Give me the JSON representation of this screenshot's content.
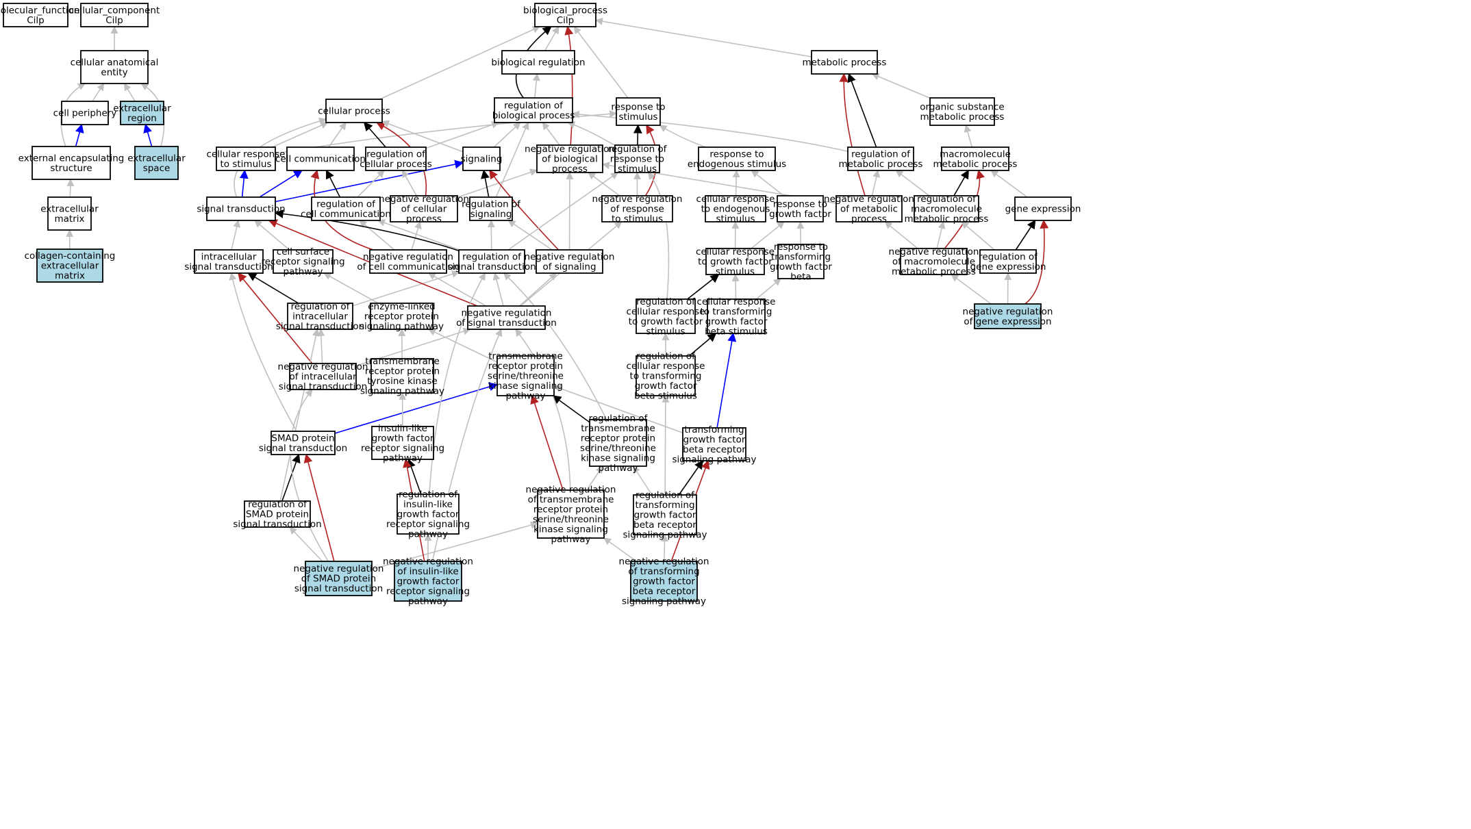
{
  "graph": {
    "colors": {
      "default": "#c0c0c0",
      "is_a": "#000000",
      "part_of": "#0000ff",
      "negatively_regulates": "#b22222",
      "highlight_fill": "#add8e6",
      "node_fill": "#ffffff",
      "node_border": "#000000"
    },
    "nodes": {
      "mf": {
        "label": [
          "molecular_function",
          "Cilp"
        ]
      },
      "cc": {
        "label": [
          "cellular_component",
          "Cilp"
        ]
      },
      "bp": {
        "label": [
          "biological_process",
          "Cilp"
        ]
      },
      "cae": {
        "label": [
          "cellular anatomical",
          "entity"
        ]
      },
      "cper": {
        "label": [
          "cell periphery"
        ]
      },
      "exreg": {
        "label": [
          "extracellular",
          "region"
        ],
        "highlighted": true
      },
      "ees": {
        "label": [
          "external encapsulating",
          "structure"
        ]
      },
      "exsp": {
        "label": [
          "extracellular",
          "space"
        ],
        "highlighted": true
      },
      "ecm": {
        "label": [
          "extracellular",
          "matrix"
        ]
      },
      "colecm": {
        "label": [
          "collagen-containing",
          "extracellular",
          "matrix"
        ],
        "highlighted": true
      },
      "breg": {
        "label": [
          "biological regulation"
        ]
      },
      "metab": {
        "label": [
          "metabolic process"
        ]
      },
      "cellp": {
        "label": [
          "cellular process"
        ]
      },
      "regbp": {
        "label": [
          "regulation of",
          "biological process"
        ]
      },
      "rtstim": {
        "label": [
          "response to",
          "stimulus"
        ]
      },
      "osmp": {
        "label": [
          "organic substance",
          "metabolic process"
        ]
      },
      "crstim": {
        "label": [
          "cellular response",
          "to stimulus"
        ]
      },
      "ccomm": {
        "label": [
          "cell communication"
        ]
      },
      "regcp": {
        "label": [
          "regulation of",
          "cellular process"
        ]
      },
      "signaling": {
        "label": [
          "signaling"
        ]
      },
      "negregbp": {
        "label": [
          "negative regulation",
          "of biological",
          "process"
        ]
      },
      "regrstim": {
        "label": [
          "regulation of",
          "response to",
          "stimulus"
        ]
      },
      "rendo": {
        "label": [
          "response to",
          "endogenous stimulus"
        ]
      },
      "regmp": {
        "label": [
          "regulation of",
          "metabolic process"
        ]
      },
      "mmp": {
        "label": [
          "macromolecule",
          "metabolic process"
        ]
      },
      "sigtrans": {
        "label": [
          "signal transduction"
        ]
      },
      "regccomm": {
        "label": [
          "regulation of",
          "cell communication"
        ]
      },
      "negregcp": {
        "label": [
          "negative regulation",
          "of cellular",
          "process"
        ]
      },
      "regsig": {
        "label": [
          "regulation of",
          "signaling"
        ]
      },
      "negregrstim": {
        "label": [
          "negative regulation",
          "of response",
          "to stimulus"
        ]
      },
      "crendo": {
        "label": [
          "cellular response",
          "to endogenous",
          "stimulus"
        ]
      },
      "rgf": {
        "label": [
          "response to",
          "growth factor"
        ]
      },
      "negregmp": {
        "label": [
          "negative regulation",
          "of metabolic",
          "process"
        ]
      },
      "regmmp": {
        "label": [
          "regulation of",
          "macromolecule",
          "metabolic process"
        ]
      },
      "geneexp": {
        "label": [
          "gene expression"
        ]
      },
      "intrasig": {
        "label": [
          "intracellular",
          "signal transduction"
        ]
      },
      "csrsp": {
        "label": [
          "cell surface",
          "receptor signaling",
          "pathway"
        ]
      },
      "negregccomm": {
        "label": [
          "negative regulation",
          "of cell communication"
        ]
      },
      "regst": {
        "label": [
          "regulation of",
          "signal transduction"
        ]
      },
      "negregsig": {
        "label": [
          "negative regulation",
          "of signaling"
        ]
      },
      "crgf": {
        "label": [
          "cellular response",
          "to growth factor",
          "stimulus"
        ]
      },
      "rtgfb": {
        "label": [
          "response to",
          "transforming",
          "growth factor",
          "beta"
        ]
      },
      "negregmmp": {
        "label": [
          "negative regulation",
          "of macromolecule",
          "metabolic process"
        ]
      },
      "reggeneexp": {
        "label": [
          "regulation of",
          "gene expression"
        ]
      },
      "regintra": {
        "label": [
          "regulation of",
          "intracellular",
          "signal transduction"
        ]
      },
      "elrsp": {
        "label": [
          "enzyme-linked",
          "receptor protein",
          "signaling pathway"
        ]
      },
      "negregst": {
        "label": [
          "negative regulation",
          "of signal transduction"
        ]
      },
      "regcrgf": {
        "label": [
          "regulation of",
          "cellular response",
          "to growth factor",
          "stimulus"
        ]
      },
      "crtgfb": {
        "label": [
          "cellular response",
          "to transforming",
          "growth factor",
          "beta stimulus"
        ]
      },
      "negreggeneexp": {
        "label": [
          "negative regulation",
          "of gene expression"
        ],
        "highlighted": true
      },
      "negregintra": {
        "label": [
          "negative regulation",
          "of intracellular",
          "signal transduction"
        ]
      },
      "trptk": {
        "label": [
          "transmembrane",
          "receptor protein",
          "tyrosine kinase",
          "signaling pathway"
        ]
      },
      "trpstk": {
        "label": [
          "transmembrane",
          "receptor protein",
          "serine/threonine",
          "kinase signaling",
          "pathway"
        ]
      },
      "regcrtgfb": {
        "label": [
          "regulation of",
          "cellular response",
          "to transforming",
          "growth factor",
          "beta stimulus"
        ]
      },
      "smad": {
        "label": [
          "SMAD protein",
          "signal transduction"
        ]
      },
      "igfrsp": {
        "label": [
          "insulin-like",
          "growth factor",
          "receptor signaling",
          "pathway"
        ]
      },
      "regtrpstk": {
        "label": [
          "regulation of",
          "transmembrane",
          "receptor protein",
          "serine/threonine",
          "kinase signaling",
          "pathway"
        ]
      },
      "tgfbrsp": {
        "label": [
          "transforming",
          "growth factor",
          "beta receptor",
          "signaling pathway"
        ]
      },
      "regsmad": {
        "label": [
          "regulation of",
          "SMAD protein",
          "signal transduction"
        ]
      },
      "regigf": {
        "label": [
          "regulation of",
          "insulin-like",
          "growth factor",
          "receptor signaling",
          "pathway"
        ]
      },
      "negregtrpstk": {
        "label": [
          "negative regulation",
          "of transmembrane",
          "receptor protein",
          "serine/threonine",
          "kinase signaling",
          "pathway"
        ]
      },
      "regtgfb": {
        "label": [
          "regulation of",
          "transforming",
          "growth factor",
          "beta receptor",
          "signaling pathway"
        ]
      },
      "negregsmad": {
        "label": [
          "negative regulation",
          "of SMAD protein",
          "signal transduction"
        ],
        "highlighted": true
      },
      "negregigf": {
        "label": [
          "negative regulation",
          "of insulin-like",
          "growth factor",
          "receptor signaling",
          "pathway"
        ],
        "highlighted": true
      },
      "negregtgfb": {
        "label": [
          "negative regulation",
          "of transforming",
          "growth factor",
          "beta receptor",
          "signaling pathway"
        ],
        "highlighted": true
      }
    },
    "edges": [
      [
        "cae",
        "cc",
        "default"
      ],
      [
        "cper",
        "cae",
        "default"
      ],
      [
        "exreg",
        "cae",
        "default"
      ],
      [
        "ees",
        "cae",
        "default"
      ],
      [
        "ees",
        "cper",
        "part_of"
      ],
      [
        "exsp",
        "exreg",
        "part_of"
      ],
      [
        "exsp",
        "cae",
        "default"
      ],
      [
        "ecm",
        "ees",
        "default"
      ],
      [
        "colecm",
        "ecm",
        "default"
      ],
      [
        "breg",
        "bp",
        "default"
      ],
      [
        "cellp",
        "bp",
        "default"
      ],
      [
        "regbp",
        "bp",
        "is_a"
      ],
      [
        "regbp",
        "breg",
        "default"
      ],
      [
        "rtstim",
        "bp",
        "default"
      ],
      [
        "metab",
        "bp",
        "default"
      ],
      [
        "negregbp",
        "bp",
        "negatively_regulates"
      ],
      [
        "osmp",
        "metab",
        "default"
      ],
      [
        "regmp",
        "metab",
        "is_a"
      ],
      [
        "negregmp",
        "metab",
        "negatively_regulates"
      ],
      [
        "mmp",
        "osmp",
        "default"
      ],
      [
        "crstim",
        "rtstim",
        "default"
      ],
      [
        "crstim",
        "cellp",
        "default"
      ],
      [
        "ccomm",
        "cellp",
        "default"
      ],
      [
        "regcp",
        "cellp",
        "is_a"
      ],
      [
        "regcp",
        "regbp",
        "default"
      ],
      [
        "negregcp",
        "cellp",
        "negatively_regulates"
      ],
      [
        "signaling",
        "cellp",
        "default"
      ],
      [
        "signaling",
        "regbp",
        "default"
      ],
      [
        "negregbp",
        "regbp",
        "default"
      ],
      [
        "regrstim",
        "rtstim",
        "is_a"
      ],
      [
        "regrstim",
        "regbp",
        "default"
      ],
      [
        "negregrstim",
        "rtstim",
        "negatively_regulates"
      ],
      [
        "rendo",
        "rtstim",
        "default"
      ],
      [
        "regmp",
        "regbp",
        "default"
      ],
      [
        "sigtrans",
        "crstim",
        "part_of"
      ],
      [
        "sigtrans",
        "ccomm",
        "part_of"
      ],
      [
        "sigtrans",
        "signaling",
        "part_of"
      ],
      [
        "sigtrans",
        "cellp",
        "default"
      ],
      [
        "regccomm",
        "ccomm",
        "is_a"
      ],
      [
        "regccomm",
        "regcp",
        "default"
      ],
      [
        "negregcp",
        "regcp",
        "default"
      ],
      [
        "negregcp",
        "negregbp",
        "default"
      ],
      [
        "regsig",
        "signaling",
        "is_a"
      ],
      [
        "regsig",
        "regbp",
        "default"
      ],
      [
        "negregsig",
        "signaling",
        "negatively_regulates"
      ],
      [
        "negregrstim",
        "regrstim",
        "default"
      ],
      [
        "negregrstim",
        "negregbp",
        "default"
      ],
      [
        "crendo",
        "rendo",
        "default"
      ],
      [
        "rgf",
        "rendo",
        "default"
      ],
      [
        "negregmp",
        "regmp",
        "default"
      ],
      [
        "negregmp",
        "negregbp",
        "default"
      ],
      [
        "regmmp",
        "mmp",
        "is_a"
      ],
      [
        "regmmp",
        "regmp",
        "default"
      ],
      [
        "geneexp",
        "mmp",
        "default"
      ],
      [
        "intrasig",
        "sigtrans",
        "default"
      ],
      [
        "csrsp",
        "sigtrans",
        "default"
      ],
      [
        "negregccomm",
        "regccomm",
        "default"
      ],
      [
        "negregccomm",
        "negregcp",
        "default"
      ],
      [
        "negregccomm",
        "ccomm",
        "negatively_regulates"
      ],
      [
        "regst",
        "sigtrans",
        "is_a"
      ],
      [
        "regst",
        "regsig",
        "default"
      ],
      [
        "regst",
        "regccomm",
        "default"
      ],
      [
        "regst",
        "regrstim",
        "default"
      ],
      [
        "negregsig",
        "regsig",
        "default"
      ],
      [
        "negregsig",
        "negregbp",
        "default"
      ],
      [
        "crgf",
        "crendo",
        "default"
      ],
      [
        "crgf",
        "rgf",
        "default"
      ],
      [
        "rtgfb",
        "rgf",
        "default"
      ],
      [
        "negregmmp",
        "regmmp",
        "default"
      ],
      [
        "negregmmp",
        "negregmp",
        "default"
      ],
      [
        "negregmmp",
        "mmp",
        "negatively_regulates"
      ],
      [
        "reggeneexp",
        "geneexp",
        "is_a"
      ],
      [
        "reggeneexp",
        "regmmp",
        "default"
      ],
      [
        "regintra",
        "intrasig",
        "is_a"
      ],
      [
        "regintra",
        "regst",
        "default"
      ],
      [
        "elrsp",
        "csrsp",
        "default"
      ],
      [
        "negregst",
        "sigtrans",
        "negatively_regulates"
      ],
      [
        "negregst",
        "regst",
        "default"
      ],
      [
        "negregst",
        "negregsig",
        "default"
      ],
      [
        "negregst",
        "negregccomm",
        "default"
      ],
      [
        "negregst",
        "negregrstim",
        "default"
      ],
      [
        "regcrgf",
        "crgf",
        "is_a"
      ],
      [
        "regcrgf",
        "regrstim",
        "default"
      ],
      [
        "crtgfb",
        "crgf",
        "default"
      ],
      [
        "crtgfb",
        "rtgfb",
        "default"
      ],
      [
        "negreggeneexp",
        "reggeneexp",
        "default"
      ],
      [
        "negreggeneexp",
        "negregmmp",
        "default"
      ],
      [
        "negreggeneexp",
        "geneexp",
        "negatively_regulates"
      ],
      [
        "negregintra",
        "regintra",
        "default"
      ],
      [
        "negregintra",
        "intrasig",
        "negatively_regulates"
      ],
      [
        "negregintra",
        "negregst",
        "default"
      ],
      [
        "trptk",
        "elrsp",
        "default"
      ],
      [
        "trpstk",
        "elrsp",
        "default"
      ],
      [
        "regcrtgfb",
        "crtgfb",
        "is_a"
      ],
      [
        "regcrtgfb",
        "regcrgf",
        "default"
      ],
      [
        "smad",
        "trpstk",
        "part_of"
      ],
      [
        "smad",
        "intrasig",
        "default"
      ],
      [
        "igfrsp",
        "trptk",
        "default"
      ],
      [
        "regtrpstk",
        "trpstk",
        "is_a"
      ],
      [
        "regtrpstk",
        "regst",
        "default"
      ],
      [
        "tgfbrsp",
        "crtgfb",
        "part_of"
      ],
      [
        "tgfbrsp",
        "trpstk",
        "default"
      ],
      [
        "regsmad",
        "smad",
        "is_a"
      ],
      [
        "regsmad",
        "regintra",
        "default"
      ],
      [
        "regigf",
        "igfrsp",
        "is_a"
      ],
      [
        "regigf",
        "regst",
        "default"
      ],
      [
        "negregtrpstk",
        "regtrpstk",
        "default"
      ],
      [
        "negregtrpstk",
        "trpstk",
        "negatively_regulates"
      ],
      [
        "negregtrpstk",
        "negregst",
        "default"
      ],
      [
        "regtgfb",
        "tgfbrsp",
        "is_a"
      ],
      [
        "regtgfb",
        "regtrpstk",
        "default"
      ],
      [
        "regtgfb",
        "regcrtgfb",
        "default"
      ],
      [
        "negregsmad",
        "regsmad",
        "default"
      ],
      [
        "negregsmad",
        "smad",
        "negatively_regulates"
      ],
      [
        "negregsmad",
        "negregintra",
        "default"
      ],
      [
        "negregsmad",
        "negregtrpstk",
        "default"
      ],
      [
        "negregigf",
        "regigf",
        "default"
      ],
      [
        "negregigf",
        "igfrsp",
        "negatively_regulates"
      ],
      [
        "negregigf",
        "negregst",
        "default"
      ],
      [
        "negregtgfb",
        "regtgfb",
        "default"
      ],
      [
        "negregtgfb",
        "tgfbrsp",
        "negatively_regulates"
      ],
      [
        "negregtgfb",
        "negregtrpstk",
        "default"
      ]
    ]
  }
}
